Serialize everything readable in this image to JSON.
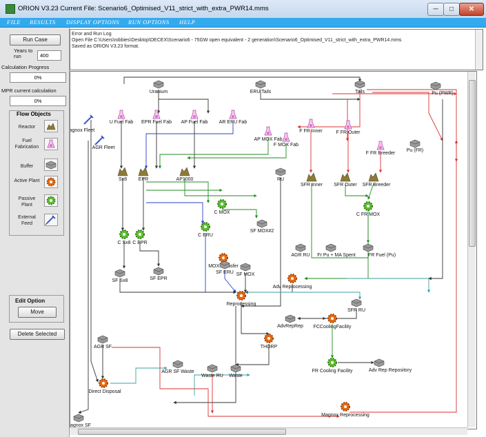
{
  "window": {
    "title": "ORION V3.23    Current File: Scenario6_Optimised_V11_strict_with_extra_PWR14.mms",
    "minimize_glyph": "─",
    "maximize_glyph": "□",
    "close_glyph": "✕"
  },
  "menu": [
    "FILE",
    "RESULTS",
    "DISPLAY OPTIONS",
    "RUN OPTIONS",
    "HELP"
  ],
  "left_panel": {
    "run_case_label": "Run Case",
    "years_label": "Years to run",
    "years_value": "400",
    "calc_progress_label": "Calculation Progress",
    "calc_progress_value": "0%",
    "mpr_label": "MPR current calculation",
    "mpr_value": "0%",
    "flow_objects_title": "Flow Objects",
    "flow_objects": [
      {
        "label": "Reactor",
        "icon": "reactor-icon",
        "color": "#8b7a3a"
      },
      {
        "label": "Fuel Fabrication",
        "icon": "fuel-fabrication-icon",
        "color": "#e070d0"
      },
      {
        "label": "Buffer",
        "icon": "buffer-icon",
        "color": "#808080"
      },
      {
        "label": "Active Plant",
        "icon": "active-plant-icon",
        "color": "#e86a10"
      },
      {
        "label": "Passive Plant",
        "icon": "passive-plant-icon",
        "color": "#5cc030"
      },
      {
        "label": "External Feed",
        "icon": "external-feed-icon",
        "color": "#4060d0"
      }
    ],
    "edit_option_title": "Edit Option",
    "move_label": "Move",
    "delete_label": "Delete Selected"
  },
  "log": {
    "lines": [
      "Error and Run Log",
      "Open File C:\\Users\\robbies\\Desktop\\DECEX\\Scenario6 - 75GW open equivalent - 2 generation\\Scenario6_Optimised_V11_strict_with_extra_PWR14.mms",
      "Saved as ORION V3.23 format."
    ]
  },
  "diagram": {
    "nodes": [
      {
        "label": "Uranium",
        "type": "buffer"
      },
      {
        "label": "ERU Tails",
        "type": "buffer"
      },
      {
        "label": "Tails",
        "type": "buffer"
      },
      {
        "label": "Pu (PWR)",
        "type": "buffer"
      },
      {
        "label": "Magnox Fleet",
        "type": "feed"
      },
      {
        "label": "U Fuel Fab",
        "type": "fab"
      },
      {
        "label": "EPR Fuel Fab",
        "type": "fab"
      },
      {
        "label": "AP Fuel Fab",
        "type": "fab"
      },
      {
        "label": "AR ERU Fab",
        "type": "fab"
      },
      {
        "label": "F FR Inner",
        "type": "fab"
      },
      {
        "label": "F FR Outer",
        "type": "fab"
      },
      {
        "label": "AP MOX Fab",
        "type": "fab"
      },
      {
        "label": "F MOX Fab",
        "type": "fab"
      },
      {
        "label": "F FR Breeder",
        "type": "fab"
      },
      {
        "label": "Pu (FR)",
        "type": "buffer"
      },
      {
        "label": "AGR Fleet",
        "type": "feed"
      },
      {
        "label": "Sx8",
        "type": "reactor"
      },
      {
        "label": "EPR",
        "type": "reactor"
      },
      {
        "label": "AP1000",
        "type": "reactor"
      },
      {
        "label": "RU",
        "type": "buffer"
      },
      {
        "label": "SFR Inner",
        "type": "reactor"
      },
      {
        "label": "SFR Outer",
        "type": "reactor"
      },
      {
        "label": "SFR Breeder",
        "type": "reactor"
      },
      {
        "label": "C MOX",
        "type": "passive"
      },
      {
        "label": "C FR MOX",
        "type": "passive"
      },
      {
        "label": "SF MOX#2",
        "type": "buffer"
      },
      {
        "label": "C ERU",
        "type": "passive"
      },
      {
        "label": "C Sx8",
        "type": "passive"
      },
      {
        "label": "C EPR",
        "type": "passive"
      },
      {
        "label": "MOX Transfer",
        "type": "active"
      },
      {
        "label": "AGR RU",
        "type": "buffer"
      },
      {
        "label": "Fr Pu + MA Spent",
        "type": "buffer"
      },
      {
        "label": "FR Fuel (Pu)",
        "type": "buffer"
      },
      {
        "label": "SF Sx8",
        "type": "buffer"
      },
      {
        "label": "SF EPR",
        "type": "buffer"
      },
      {
        "label": "SF ERU",
        "type": "buffer"
      },
      {
        "label": "SF MOX",
        "type": "buffer"
      },
      {
        "label": "Adv Reprocessing",
        "type": "active"
      },
      {
        "label": "Reprocessing",
        "type": "active"
      },
      {
        "label": "SFR RU",
        "type": "buffer"
      },
      {
        "label": "AdvRepRep",
        "type": "buffer"
      },
      {
        "label": "FCCoolingFacility",
        "type": "active"
      },
      {
        "label": "AGR SF",
        "type": "buffer"
      },
      {
        "label": "THORP",
        "type": "active"
      },
      {
        "label": "AGR SF Waste",
        "type": "buffer"
      },
      {
        "label": "Waste RU",
        "type": "buffer"
      },
      {
        "label": "Waste",
        "type": "buffer"
      },
      {
        "label": "FR Cooling Facility",
        "type": "passive"
      },
      {
        "label": "Adv Rep Repository",
        "type": "buffer"
      },
      {
        "label": "Direct Disposal",
        "type": "active"
      },
      {
        "label": "Magnox SF",
        "type": "buffer"
      },
      {
        "label": "Magnox Reprocessing",
        "type": "active"
      }
    ]
  },
  "colors": {
    "menubar": "#33aaee",
    "flow_black": "#333333",
    "flow_red": "#d83030",
    "flow_blue": "#2840c8",
    "flow_green": "#208a20",
    "flow_teal": "#3aa0a0"
  }
}
